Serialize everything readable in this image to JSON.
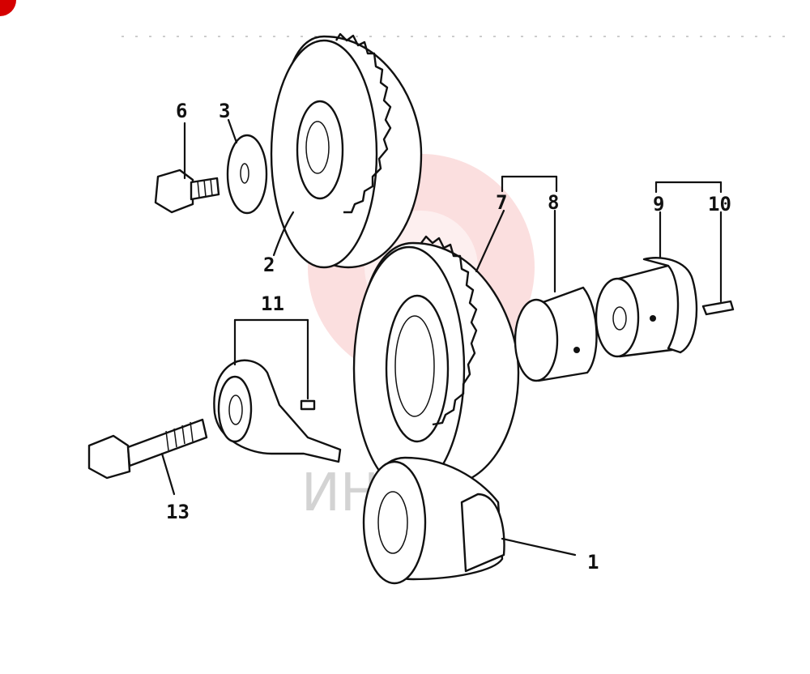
{
  "diagram": {
    "callouts": {
      "c1": "1",
      "c2": "2",
      "c3": "3",
      "c6": "6",
      "c7": "7",
      "c8": "8",
      "c9": "9",
      "c10": "10",
      "c11": "11",
      "c13": "13"
    },
    "watermark_text": "ИНТЕХ"
  },
  "colors": {
    "ink": "#111111",
    "watermark": "#e53935",
    "corner_badge": "#d50000"
  }
}
